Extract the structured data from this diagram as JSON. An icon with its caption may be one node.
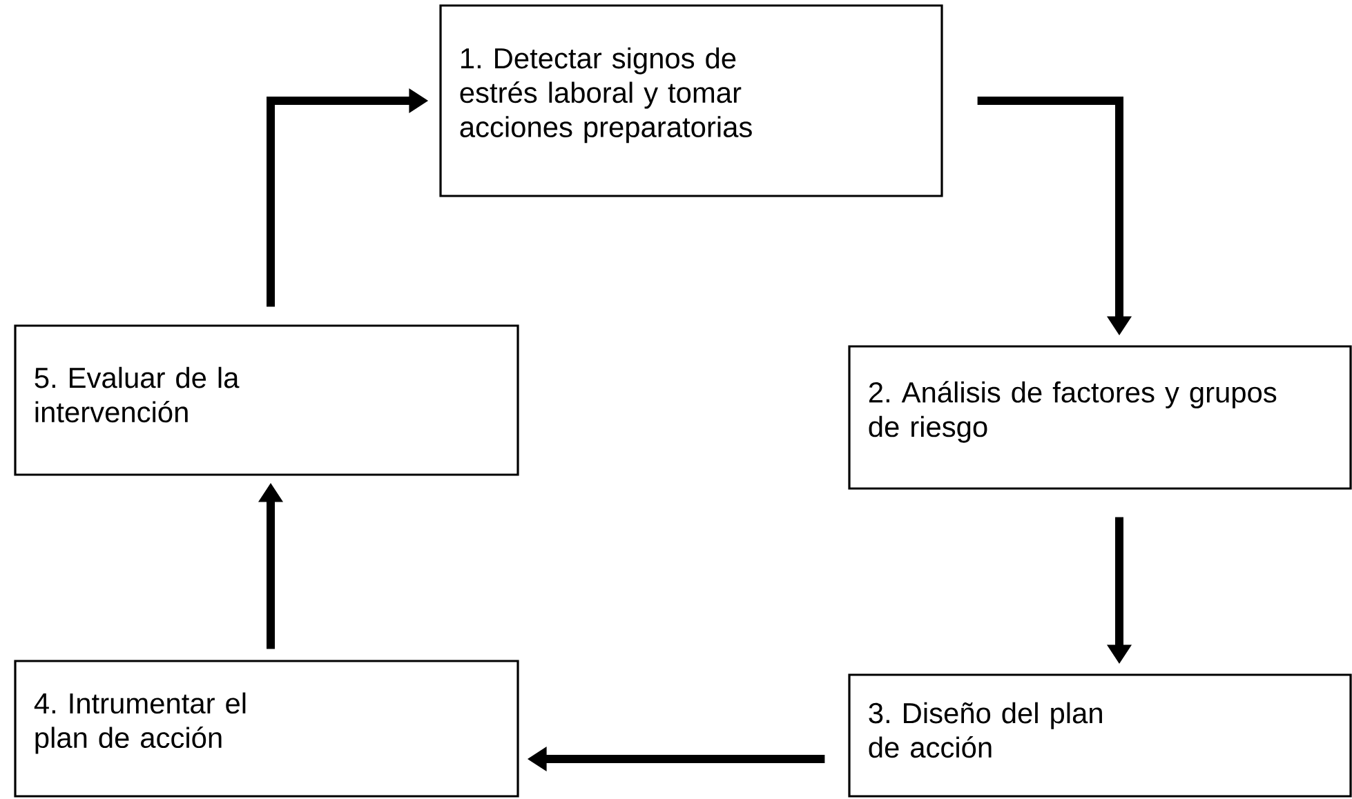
{
  "diagram": {
    "nodes": [
      {
        "text": [
          "1. Detectar signos de estrés laboral y tomar acciones preparatorias"
        ]
      },
      {
        "text": [
          "2. Análisis de factores y grupos de riesgo"
        ]
      },
      {
        "text": [
          "3. Diseño del plan de acción"
        ]
      },
      {
        "text": [
          "4. Intrumentar el plan de acción"
        ]
      },
      {
        "text": [
          "5. Evaluar de la intervención"
        ]
      }
    ],
    "edges": [
      {
        "from": 0,
        "to": 1,
        "arrow": "to"
      },
      {
        "from": 1,
        "to": 2,
        "arrow": "to"
      },
      {
        "from": 2,
        "to": 3,
        "arrow": "to"
      },
      {
        "from": 3,
        "to": 4,
        "arrow": "to"
      },
      {
        "from": 4,
        "to": 0,
        "arrow": "to"
      }
    ]
  }
}
